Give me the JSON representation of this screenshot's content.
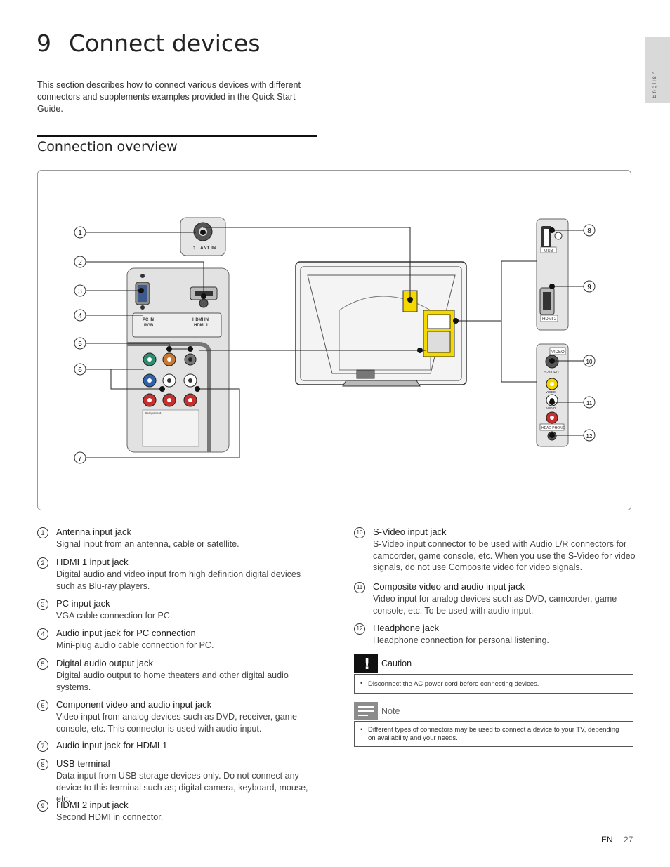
{
  "page": {
    "chapter_number": "9",
    "chapter_title": "Connect devices",
    "intro": "This section describes how to connect various devices with different connectors and supplements examples provided in the Quick Start Guide.",
    "section_heading": "Connection overview",
    "language_tab": "English",
    "footer_lang": "EN",
    "footer_page": "27"
  },
  "diagram": {
    "ant_label": "ANT. IN",
    "pc_in_label": "PC IN",
    "rgb_label": "RGB",
    "hdmi_in_label": "HDMI IN",
    "hdmi1_label": "HDMI 1",
    "usb_label": "USB",
    "hdmi2_label": "HDMI 2",
    "video_label": "VIDEO",
    "svideo_label": "S-VIDEO",
    "video_small": "VIDEO",
    "audio_small": "AUDIO",
    "headphone_label": "HEAD PHONE",
    "component_label": "Component",
    "callouts": [
      "1",
      "2",
      "3",
      "4",
      "5",
      "6",
      "7",
      "8",
      "9",
      "10",
      "11",
      "12"
    ]
  },
  "items_left": [
    {
      "num": "1",
      "title": "Antenna input jack",
      "desc": "Signal input from an antenna, cable or satellite."
    },
    {
      "num": "2",
      "title": "HDMI 1 input jack",
      "desc": "Digital audio and video input from high definition digital devices such as Blu-ray players."
    },
    {
      "num": "3",
      "title": "PC input jack",
      "desc": "VGA cable connection for PC."
    },
    {
      "num": "4",
      "title": "Audio input jack for PC connection",
      "desc": "Mini-plug audio cable connection for PC."
    },
    {
      "num": "5",
      "title": "Digital audio output jack",
      "desc": "Digital audio output to home theaters and other digital audio systems."
    },
    {
      "num": "6",
      "title": "Component video and audio input jack",
      "desc": "Video input from analog devices such as DVD, receiver, game console, etc. This connector is used with audio input."
    },
    {
      "num": "7",
      "title": "Audio input jack for HDMI 1",
      "desc": ""
    },
    {
      "num": "8",
      "title": "USB terminal",
      "desc": "Data input from USB storage devices only. Do not connect any device to this terminal such as; digital camera, keyboard, mouse, etc."
    },
    {
      "num": "9",
      "title": "HDMI 2 input jack",
      "desc": "Second HDMI in connector."
    }
  ],
  "items_right": [
    {
      "num": "10",
      "title": "S-Video input jack",
      "desc": "S-Video input connector to be used with Audio L/R connectors for camcorder, game console, etc. When you use the S-Video for video signals, do not use Composite video for video signals."
    },
    {
      "num": "11",
      "title": "Composite video and audio input jack",
      "desc": "Video input for analog devices such as DVD, camcorder, game console, etc. To be used with audio input."
    },
    {
      "num": "12",
      "title": "Headphone jack",
      "desc": "Headphone connection for personal listening."
    }
  ],
  "caution": {
    "title": "Caution",
    "text": "Disconnect the AC power cord before connecting devices."
  },
  "note": {
    "title": "Note",
    "text": "Different types of connectors may be used to connect a device to your TV, depending on availability and your needs."
  }
}
